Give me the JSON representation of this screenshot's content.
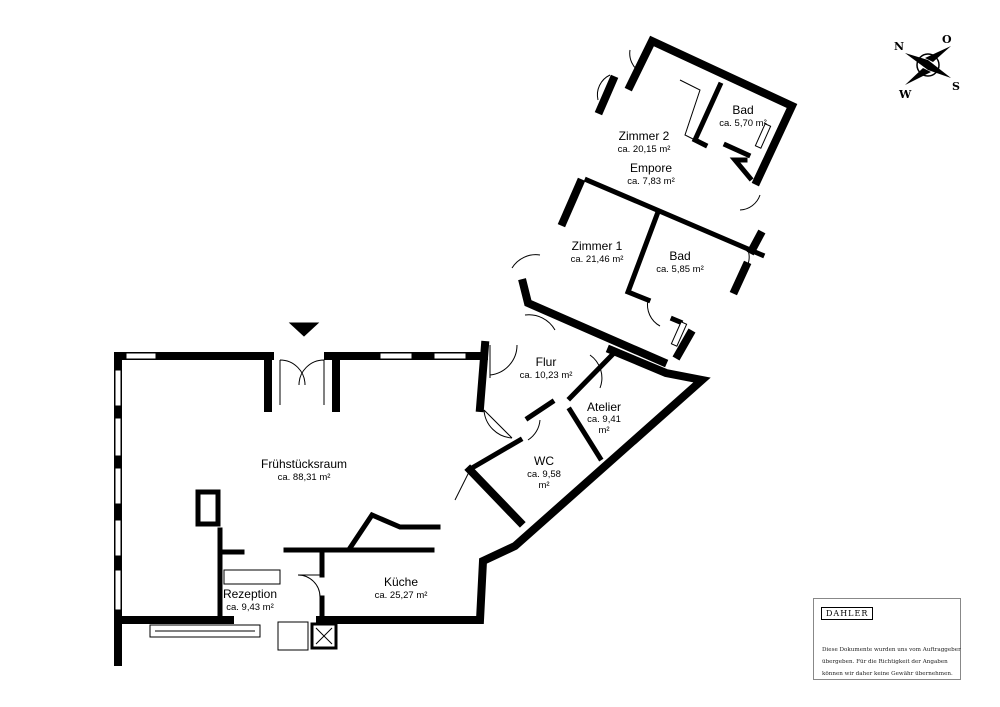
{
  "rooms": {
    "zimmer2": {
      "name": "Zimmer 2",
      "area": "ca. 20,15 m²"
    },
    "bad_oben": {
      "name": "Bad",
      "area": "ca. 5,70 m²"
    },
    "empore": {
      "name": "Empore",
      "area": "ca. 7,83 m²"
    },
    "zimmer1": {
      "name": "Zimmer 1",
      "area": "ca. 21,46 m²"
    },
    "bad_unten": {
      "name": "Bad",
      "area": "ca. 5,85 m²"
    },
    "flur": {
      "name": "Flur",
      "area": "ca. 10,23 m²"
    },
    "atelier": {
      "name": "Atelier",
      "area_line1": "ca. 9,41",
      "area_line2": "m²"
    },
    "wc": {
      "name": "WC",
      "area_line1": "ca. 9,58",
      "area_line2": "m²"
    },
    "fruehstuecksraum": {
      "name": "Frühstücksraum",
      "area": "ca. 88,31 m²"
    },
    "kueche": {
      "name": "Küche",
      "area": "ca. 25,27 m²"
    },
    "rezeption": {
      "name": "Rezeption",
      "area": "ca. 9,43 m²"
    }
  },
  "compass": {
    "n": "N",
    "o": "O",
    "s": "S",
    "w": "W"
  },
  "notice": {
    "brand": "DAHLER",
    "line1": "Diese Dokumente wurden uns vom Auftraggeber",
    "line2": "übergeben. Für die Richtigkeit der Angaben",
    "line3": "können wir daher keine Gewähr übernehmen."
  }
}
